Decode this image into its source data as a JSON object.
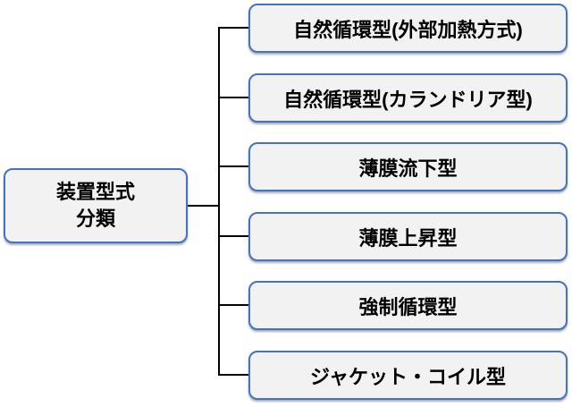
{
  "diagram": {
    "root": {
      "line1": "装置型式",
      "line2": "分類"
    },
    "branches": [
      {
        "label": "自然循環型(外部加熱方式)"
      },
      {
        "label": "自然循環型(カランドリア型)"
      },
      {
        "label": "薄膜流下型"
      },
      {
        "label": "薄膜上昇型"
      },
      {
        "label": "強制循環型"
      },
      {
        "label": "ジャケット・コイル型"
      }
    ],
    "colors": {
      "box_border": "#4472C4",
      "box_fill": "#F2F2F2",
      "connector": "#000000",
      "text": "#000000",
      "background": "#FFFFFF"
    }
  }
}
